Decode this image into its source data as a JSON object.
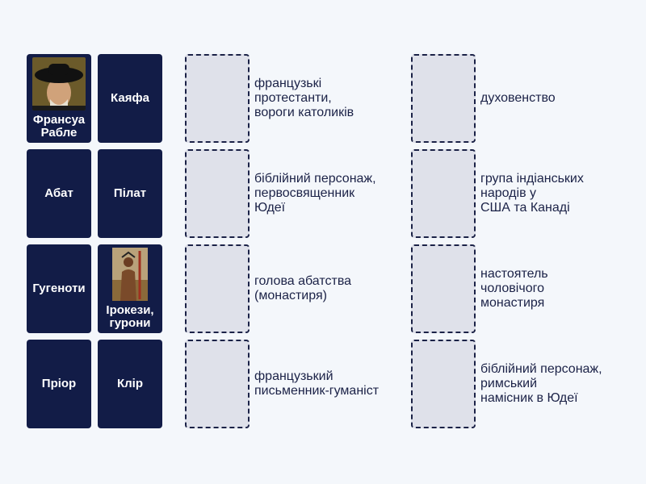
{
  "cards": [
    {
      "label": "Франсуа\nРабле",
      "image": "portrait-rabelais"
    },
    {
      "label": "Каяфа"
    },
    {
      "label": "Абат"
    },
    {
      "label": "Пілат"
    },
    {
      "label": "Гугеноти"
    },
    {
      "label": "Ірокези,\nгурони",
      "image": "iroquois-warrior"
    },
    {
      "label": "Пріор"
    },
    {
      "label": "Клір"
    }
  ],
  "left_descriptions": [
    "французькі\nпротестанти,\nвороги католиків",
    "біблійний персонаж,\nпервосвященник\nЮдеї",
    "голова абатства\n(монастиря)",
    "французький\nписьменник-гуманіст"
  ],
  "right_descriptions": [
    "духовенство",
    "група індіанських\nнародів у\nСША та Канаді",
    "настоятель\nчоловічого\nмонастиря",
    "біблійний персонаж,\nримський\nнамісник в Юдеї"
  ],
  "colors": {
    "card": "#121c47",
    "slot": "#dfe1ea",
    "background": "#f4f7fb"
  }
}
